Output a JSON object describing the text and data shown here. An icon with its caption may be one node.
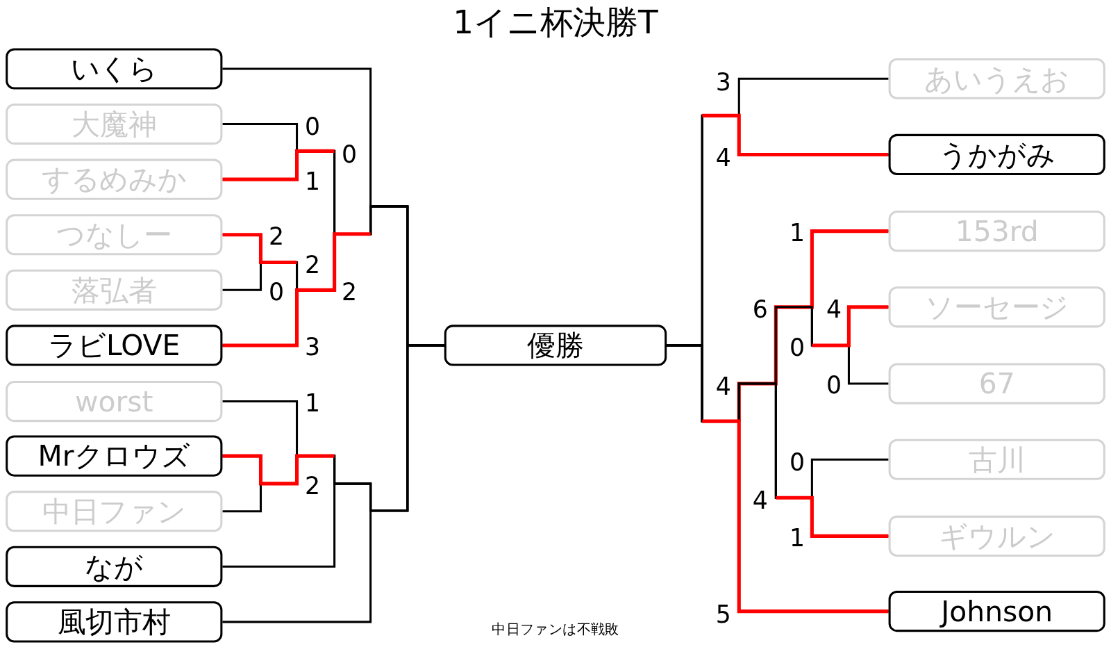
{
  "diagram": {
    "title": "1イニ杯決勝T",
    "caption": "中日ファンは不戦敗",
    "nodes": [
      {
        "text": [
          "いくら"
        ]
      },
      {
        "text": [
          "大魔神"
        ]
      },
      {
        "text": [
          "するめみか"
        ]
      },
      {
        "text": [
          "つなしー"
        ]
      },
      {
        "text": [
          "落弘者"
        ]
      },
      {
        "text": [
          "ラビLOVE"
        ]
      },
      {
        "text": [
          "worst"
        ]
      },
      {
        "text": [
          "Mrクロウズ"
        ]
      },
      {
        "text": [
          "中日ファン"
        ]
      },
      {
        "text": [
          "なが"
        ]
      },
      {
        "text": [
          "風切市村"
        ]
      },
      {
        "text": [
          "優勝"
        ]
      },
      {
        "text": [
          "あいうえお"
        ]
      },
      {
        "text": [
          "うかがみ"
        ]
      },
      {
        "text": [
          "153rd"
        ]
      },
      {
        "text": [
          "ソーセージ"
        ]
      },
      {
        "text": [
          "67"
        ]
      },
      {
        "text": [
          "古川"
        ]
      },
      {
        "text": [
          "ギウルン"
        ]
      },
      {
        "text": [
          "Johnson"
        ]
      }
    ],
    "edges": [
      {
        "from": 0,
        "to": 11,
        "arrow": "none"
      },
      {
        "from": 1,
        "to": 11,
        "arrow": "none"
      },
      {
        "from": 2,
        "to": 11,
        "arrow": "none"
      },
      {
        "from": 3,
        "to": 11,
        "arrow": "none"
      },
      {
        "from": 4,
        "to": 11,
        "arrow": "none"
      },
      {
        "from": 5,
        "to": 11,
        "arrow": "none"
      },
      {
        "from": 6,
        "to": 11,
        "arrow": "none"
      },
      {
        "from": 7,
        "to": 11,
        "arrow": "none"
      },
      {
        "from": 8,
        "to": 11,
        "arrow": "none"
      },
      {
        "from": 9,
        "to": 11,
        "arrow": "none"
      },
      {
        "from": 10,
        "to": 11,
        "arrow": "none"
      },
      {
        "from": 12,
        "to": 11,
        "arrow": "none"
      },
      {
        "from": 13,
        "to": 11,
        "arrow": "none"
      },
      {
        "from": 14,
        "to": 11,
        "arrow": "none"
      },
      {
        "from": 15,
        "to": 11,
        "arrow": "none"
      },
      {
        "from": 16,
        "to": 11,
        "arrow": "none"
      },
      {
        "from": 17,
        "to": 11,
        "arrow": "none"
      },
      {
        "from": 18,
        "to": 11,
        "arrow": "none"
      },
      {
        "from": 19,
        "to": 11,
        "arrow": "none"
      }
    ],
    "labels": [
      "0",
      "0",
      "1",
      "2",
      "2",
      "0",
      "2",
      "3",
      "1",
      "2",
      "3",
      "4",
      "1",
      "6",
      "4",
      "0",
      "4",
      "0",
      "0",
      "4",
      "1",
      "5"
    ]
  }
}
